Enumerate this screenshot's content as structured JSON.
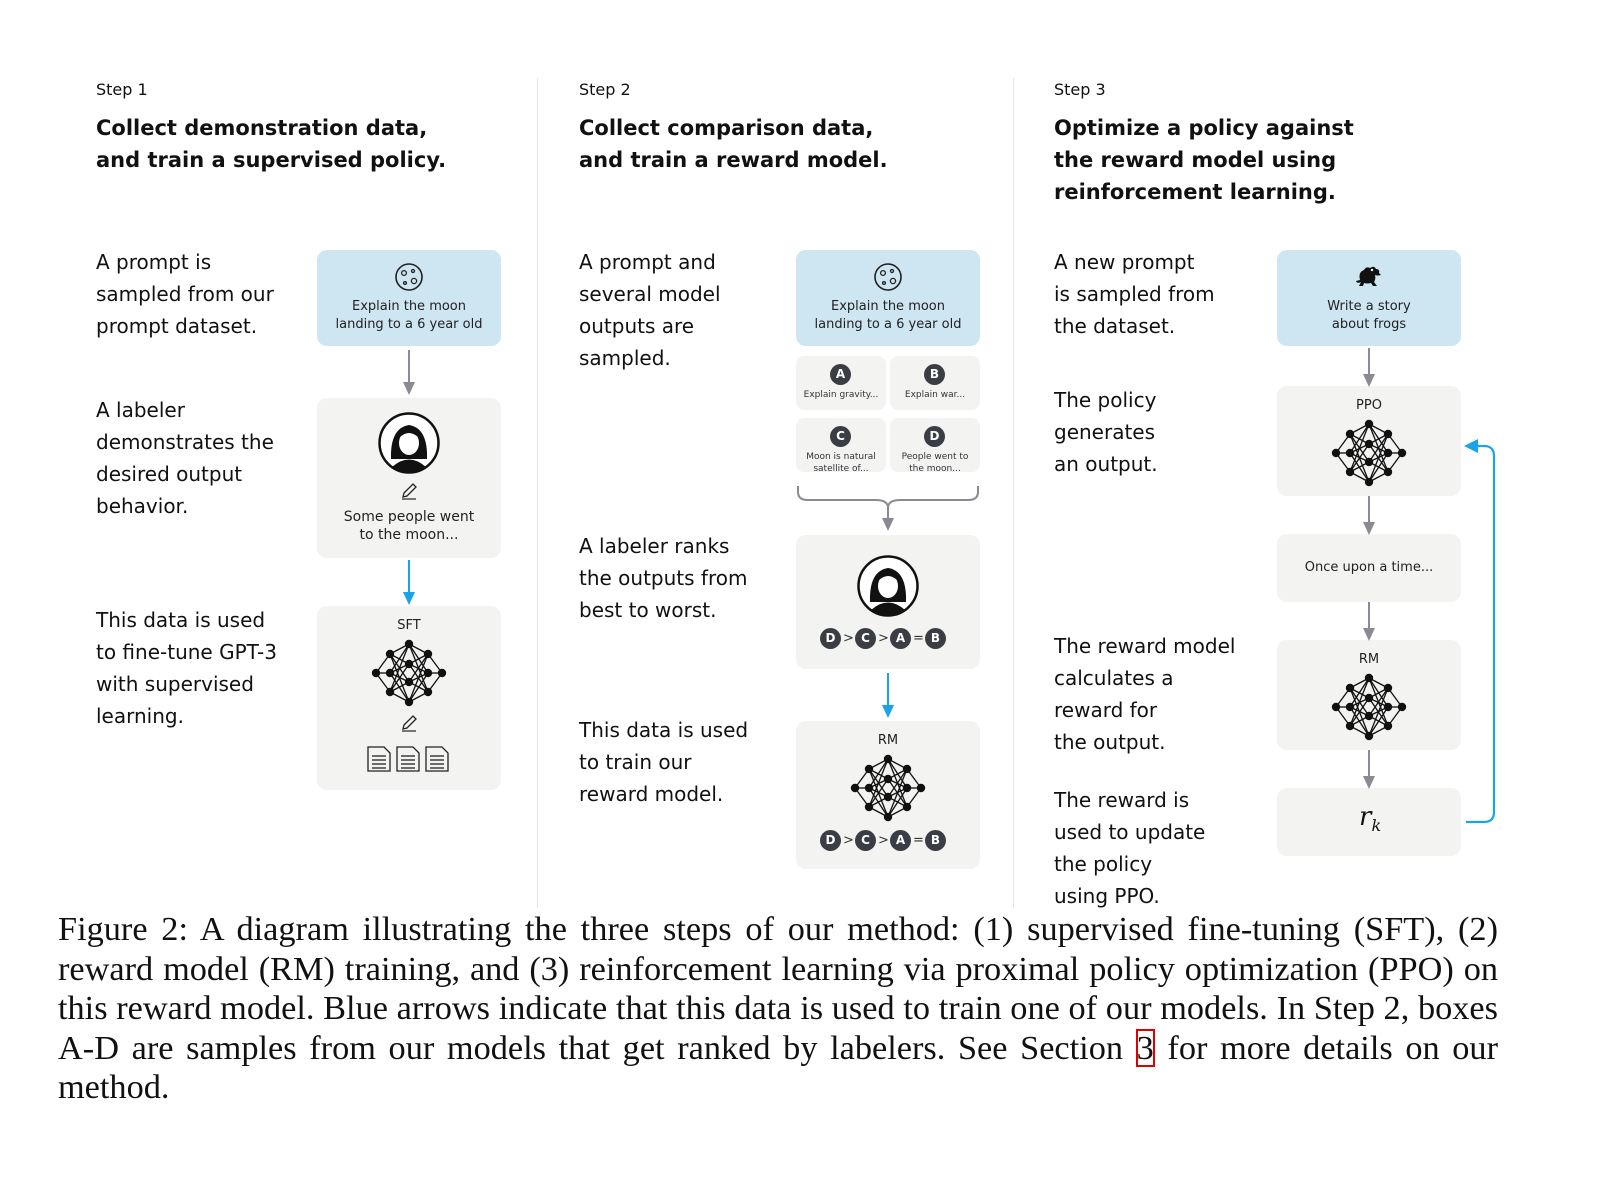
{
  "step1": {
    "label": "Step 1",
    "title_line1": "Collect demonstration data,",
    "title_line2": "and train a supervised policy.",
    "desc1": [
      "A prompt is",
      "sampled from our",
      "prompt dataset."
    ],
    "desc2": [
      "A labeler",
      "demonstrates the",
      "desired output",
      "behavior."
    ],
    "desc3": [
      "This data is used",
      "to fine-tune GPT-3",
      "with supervised",
      "learning."
    ],
    "prompt_card": [
      "Explain the moon",
      "landing to a 6 year old"
    ],
    "output_text": [
      "Some people went",
      "to the moon..."
    ],
    "model_label": "SFT"
  },
  "step2": {
    "label": "Step 2",
    "title_line1": "Collect comparison data,",
    "title_line2": "and train a reward model.",
    "desc1": [
      "A prompt and",
      "several model",
      "outputs are",
      "sampled."
    ],
    "desc2": [
      "A labeler ranks",
      "the outputs from",
      "best to worst."
    ],
    "desc3": [
      "This data is used",
      "to train our",
      "reward model."
    ],
    "prompt_card": [
      "Explain the moon",
      "landing to a 6 year old"
    ],
    "samples": [
      {
        "id": "A",
        "text": [
          "Explain gravity..."
        ]
      },
      {
        "id": "B",
        "text": [
          "Explain war..."
        ]
      },
      {
        "id": "C",
        "text": [
          "Moon is natural",
          "satellite of..."
        ]
      },
      {
        "id": "D",
        "text": [
          "People went to",
          "the moon..."
        ]
      }
    ],
    "ranking": [
      "D",
      ">",
      "C",
      ">",
      "A",
      "=",
      "B"
    ],
    "model_label": "RM"
  },
  "step3": {
    "label": "Step 3",
    "title_line1": "Optimize a policy against",
    "title_line2": "the reward model using",
    "title_line3": "reinforcement learning.",
    "desc1": [
      "A new prompt",
      "is sampled from",
      "the dataset."
    ],
    "desc2": [
      "The policy",
      "generates",
      "an output."
    ],
    "desc3": [
      "The reward model",
      "calculates a",
      "reward for",
      "the output."
    ],
    "desc4": [
      "The reward is",
      "used to update",
      "the policy",
      "using PPO."
    ],
    "prompt_card": [
      "Write a story",
      "about frogs"
    ],
    "policy_label": "PPO",
    "output_text": "Once upon a time...",
    "rm_label": "RM",
    "reward_symbol": "r",
    "reward_sub": "k"
  },
  "caption": {
    "before_ref": "Figure 2: A diagram illustrating the three steps of our method: (1) supervised fine-tuning (SFT), (2) reward model (RM) training, and (3) reinforcement learning via proximal policy optimization (PPO) on this reward model. Blue arrows indicate that this data is used to train one of our models. In Step 2, boxes A-D are samples from our models that get ranked by labelers. See Section ",
    "ref": "3",
    "after_ref": " for more details on our method."
  },
  "colors": {
    "blue_card": "#cde6f1",
    "gray_card": "#f3f3f2",
    "blue_arrow": "#1aa3e8",
    "gray_arrow": "#8a8a92",
    "ref_box": "#e00000"
  }
}
